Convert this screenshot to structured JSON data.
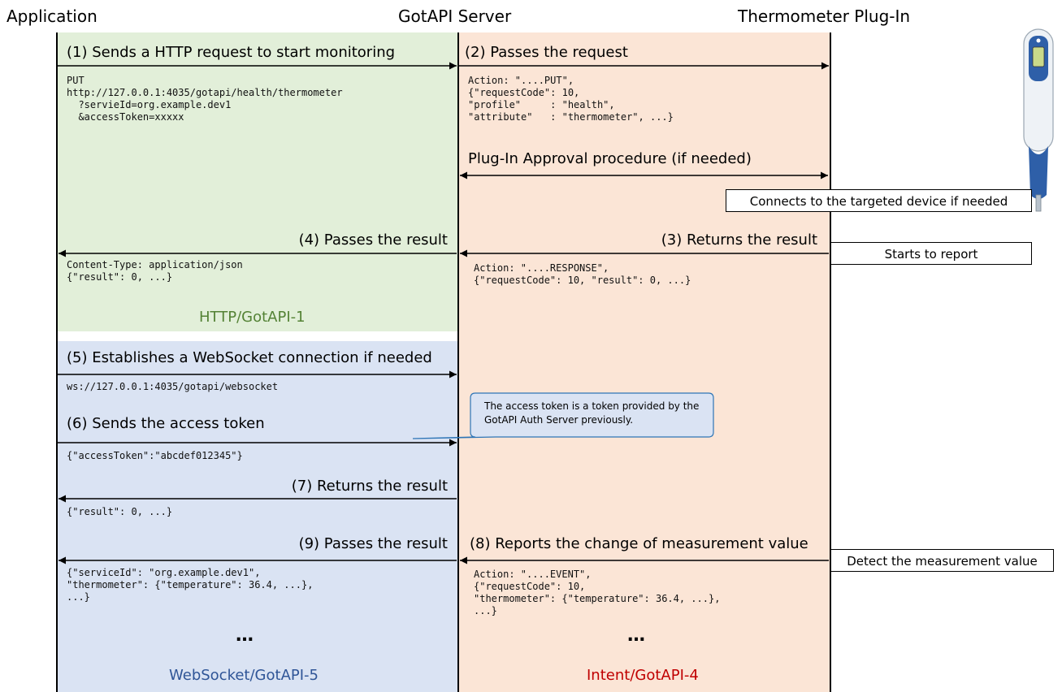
{
  "headers": {
    "application": "Application",
    "gotapi_server": "GotAPI Server",
    "thermometer_plugin": "Thermometer Plug-In"
  },
  "steps": {
    "s1": "(1) Sends a HTTP request to start monitoring",
    "s2": "(2) Passes the request",
    "approval": "Plug-In Approval procedure (if needed)",
    "s3": "(3) Returns the result",
    "s4": "(4) Passes the result",
    "s5": "(5) Establishes a WebSocket connection if needed",
    "s6": "(6) Sends the access token",
    "s7": "(7) Returns the result",
    "s8": "(8) Reports the change of measurement value",
    "s9": "(9) Passes the result"
  },
  "code": {
    "c1": "PUT\nhttp://127.0.0.1:4035/gotapi/health/thermometer\n  ?servieId=org.example.dev1\n  &accessToken=xxxxx",
    "c2": "Action: \"....PUT\",\n{\"requestCode\": 10,\n\"profile\"     : \"health\",\n\"attribute\"   : \"thermometer\", ...}",
    "c3": "Action: \"....RESPONSE\",\n{\"requestCode\": 10, \"result\": 0, ...}",
    "c4": "Content-Type: application/json\n{\"result\": 0, ...}",
    "c5": "ws://127.0.0.1:4035/gotapi/websocket",
    "c6": "{\"accessToken\":\"abcdef012345\"}",
    "c7": "{\"result\": 0, ...}",
    "c8": "Action: \"....EVENT\",\n{\"requestCode\": 10,\n\"thermometer\": {\"temperature\": 36.4, ...},\n...}",
    "c9": "{\"serviceId\": \"org.example.dev1\",\n\"thermometer\": {\"temperature\": 36.4, ...},\n...}"
  },
  "protocols": {
    "http": "HTTP/GotAPI-1",
    "websocket": "WebSocket/GotAPI-5",
    "intent": "Intent/GotAPI-4"
  },
  "device_boxes": {
    "connects": "Connects to the targeted device if needed",
    "starts": "Starts to report",
    "detect": "Detect the measurement value"
  },
  "callout": "The access token is a token provided by the\nGotAPI Auth Server previously.",
  "ellipsis_left": "…",
  "ellipsis_right": "…",
  "colors": {
    "green_region": "#e2efd9",
    "blue_region": "#dae3f3",
    "orange_region": "#fbe5d6",
    "http_label": "#548235",
    "websocket_label": "#2f5597",
    "intent_label": "#c00000",
    "callout_fill": "#dae3f3",
    "callout_border": "#2e75b6"
  },
  "icons": {
    "thermometer": "thermometer-icon"
  }
}
